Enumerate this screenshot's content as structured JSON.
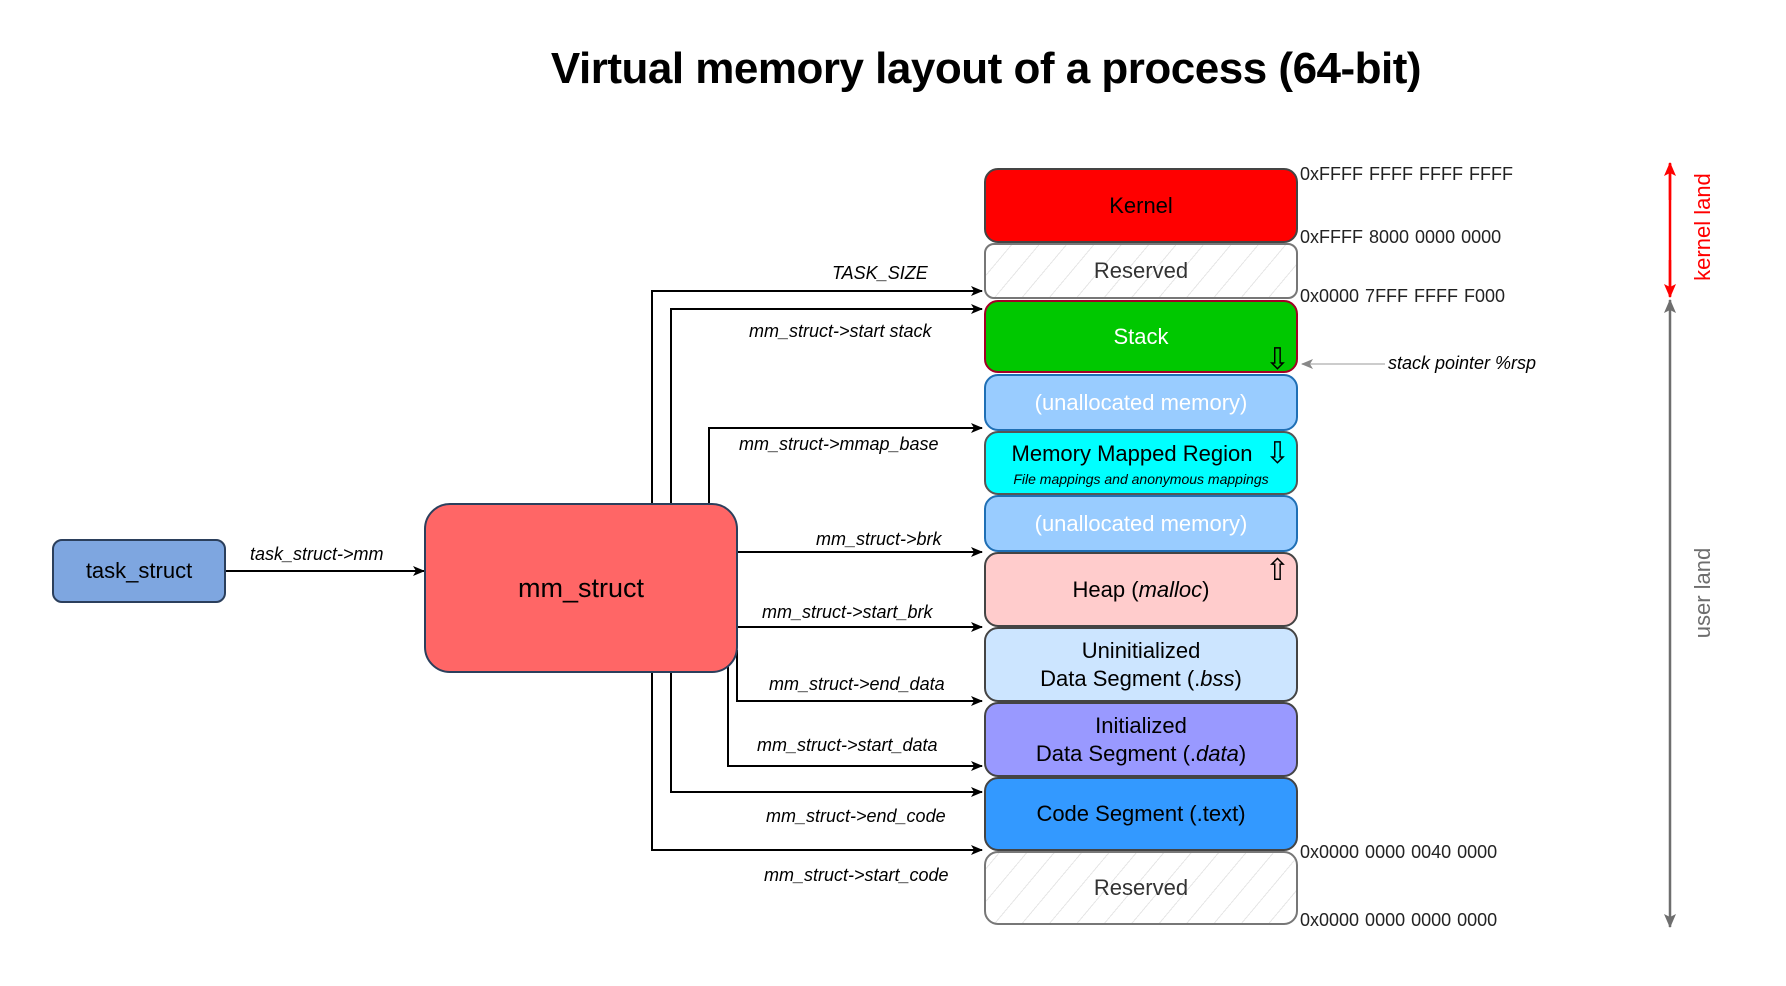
{
  "title": "Virtual memory layout of a process (64-bit)",
  "structs": {
    "task_struct": "task_struct",
    "mm_struct": "mm_struct",
    "task_to_mm_label": "task_struct->mm"
  },
  "segments": [
    {
      "id": "kernel",
      "label": "Kernel",
      "color": "#ff0000"
    },
    {
      "id": "reserved-top",
      "label": "Reserved",
      "color": "#ffffff"
    },
    {
      "id": "stack",
      "label": "Stack",
      "color": "#00c800",
      "growth": "down"
    },
    {
      "id": "unallocated-1",
      "label": "(unallocated memory)",
      "color": "#99ccff"
    },
    {
      "id": "mmap",
      "label": "Memory Mapped Region",
      "sublabel": "File mappings and anonymous mappings",
      "color": "#00ffff",
      "growth": "down"
    },
    {
      "id": "unallocated-2",
      "label": "(unallocated memory)",
      "color": "#99ccff"
    },
    {
      "id": "heap",
      "label_prefix": "Heap (",
      "label_italic": "malloc",
      "label_suffix": ")",
      "color": "#ffcccc",
      "growth": "up"
    },
    {
      "id": "bss",
      "label_line1": "Uninitialized",
      "label_prefix": "Data Segment (.",
      "label_italic": "bss",
      "label_suffix": ")",
      "color": "#cce5ff"
    },
    {
      "id": "data",
      "label_line1": "Initialized",
      "label_prefix": "Data Segment (.",
      "label_italic": "data",
      "label_suffix": ")",
      "color": "#9999ff"
    },
    {
      "id": "text",
      "label": "Code Segment (.text)",
      "color": "#3399ff"
    },
    {
      "id": "reserved-bottom",
      "label": "Reserved",
      "color": "#ffffff"
    }
  ],
  "addresses": {
    "top": "0xFFFF FFFF FFFF FFFF",
    "kernel_start": "0xFFFF 8000  0000  0000",
    "user_top": "0x0000  7FFF  FFFF F000",
    "text_start": "0x0000 0000 0040 0000",
    "bottom": "0x0000 0000 0000 0000"
  },
  "pointers": {
    "task_size": "TASK_SIZE",
    "start_stack": "mm_struct->start stack",
    "mmap_base": "mm_struct->mmap_base",
    "brk": "mm_struct->brk",
    "start_brk": "mm_struct->start_brk",
    "end_data": "mm_struct->end_data",
    "start_data": "mm_struct->start_data",
    "end_code": "mm_struct->end_code",
    "start_code": "mm_struct->start_code"
  },
  "annotations": {
    "stack_pointer": "stack pointer %rsp",
    "kernel_land": "kernel land",
    "user_land": "user land",
    "kernel_land_color": "#ff0000",
    "user_land_color": "#6e6e6e"
  }
}
